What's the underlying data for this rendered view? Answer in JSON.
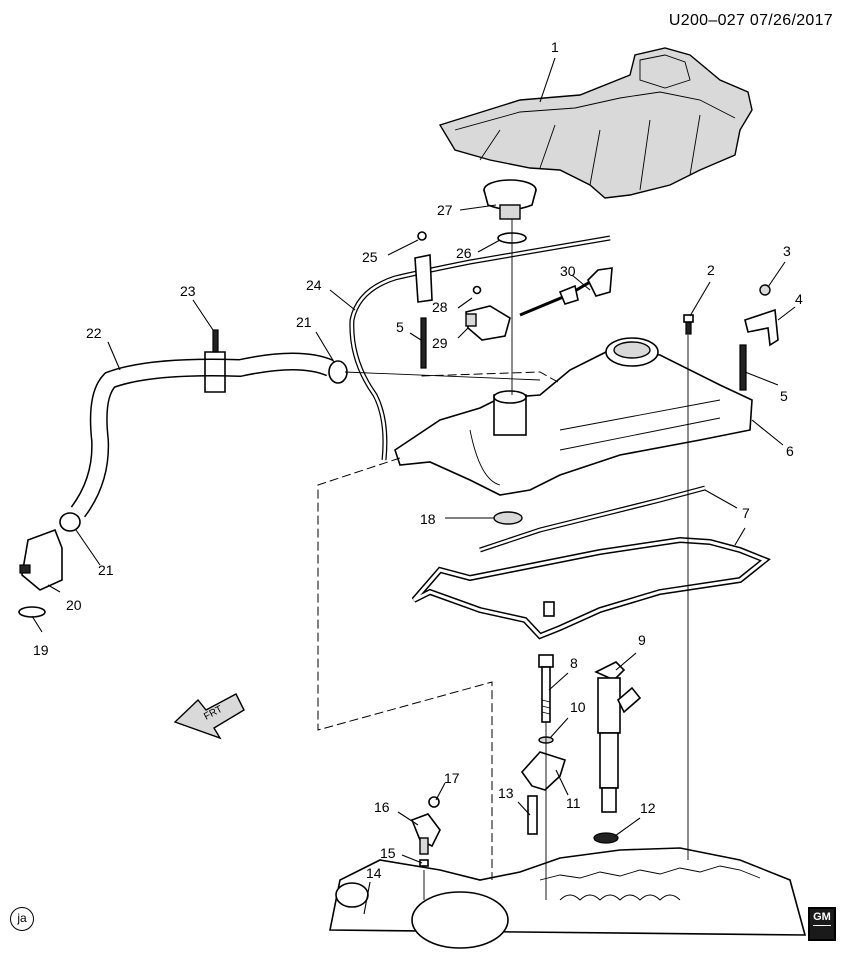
{
  "header": {
    "code": "U200–027  07/26/2017"
  },
  "badges": {
    "ja": "ja",
    "gm": "GM"
  },
  "frt_arrow": "FRT",
  "callouts": [
    {
      "id": "c1",
      "label": "1"
    },
    {
      "id": "c2",
      "label": "2"
    },
    {
      "id": "c3",
      "label": "3"
    },
    {
      "id": "c4",
      "label": "4"
    },
    {
      "id": "c5a",
      "label": "5"
    },
    {
      "id": "c5b",
      "label": "5"
    },
    {
      "id": "c6",
      "label": "6"
    },
    {
      "id": "c7",
      "label": "7"
    },
    {
      "id": "c8",
      "label": "8"
    },
    {
      "id": "c9",
      "label": "9"
    },
    {
      "id": "c10",
      "label": "10"
    },
    {
      "id": "c11",
      "label": "11"
    },
    {
      "id": "c12",
      "label": "12"
    },
    {
      "id": "c13",
      "label": "13"
    },
    {
      "id": "c14",
      "label": "14"
    },
    {
      "id": "c15",
      "label": "15"
    },
    {
      "id": "c16",
      "label": "16"
    },
    {
      "id": "c17",
      "label": "17"
    },
    {
      "id": "c18",
      "label": "18"
    },
    {
      "id": "c19",
      "label": "19"
    },
    {
      "id": "c20",
      "label": "20"
    },
    {
      "id": "c21a",
      "label": "21"
    },
    {
      "id": "c21b",
      "label": "21"
    },
    {
      "id": "c22",
      "label": "22"
    },
    {
      "id": "c23",
      "label": "23"
    },
    {
      "id": "c24",
      "label": "24"
    },
    {
      "id": "c25",
      "label": "25"
    },
    {
      "id": "c26",
      "label": "26"
    },
    {
      "id": "c27",
      "label": "27"
    },
    {
      "id": "c28",
      "label": "28"
    },
    {
      "id": "c29",
      "label": "29"
    },
    {
      "id": "c30",
      "label": "30"
    }
  ]
}
